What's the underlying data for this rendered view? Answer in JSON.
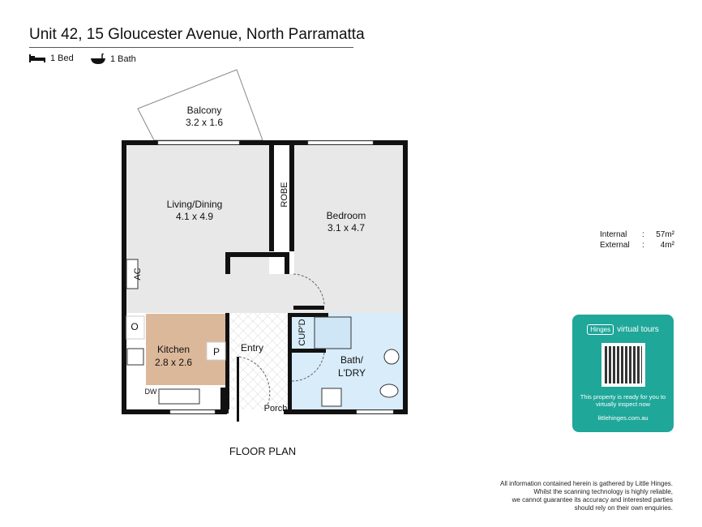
{
  "header": {
    "title": "Unit 42, 15 Gloucester Avenue, North Parramatta",
    "beds": "1 Bed",
    "baths": "1 Bath"
  },
  "rooms": {
    "balcony": {
      "name": "Balcony",
      "size": "3.2 x 1.6"
    },
    "living": {
      "name": "Living/Dining",
      "size": "4.1 x 4.9"
    },
    "robe": "ROBE",
    "bedroom": {
      "name": "Bedroom",
      "size": "3.1 x 4.7"
    },
    "ac": "AC",
    "oven": "O",
    "pantry": "P",
    "kitchen": {
      "name": "Kitchen",
      "size": "2.8 x 2.6"
    },
    "dw": "DW",
    "entry": "Entry",
    "cupd": "CUP'D",
    "bath": {
      "line1": "Bath/",
      "line2": "L'DRY"
    },
    "porch": "Porch"
  },
  "plan_label": "FLOOR PLAN",
  "areas": [
    {
      "label": "Internal",
      "sep": ":",
      "value": "57m²"
    },
    {
      "label": "External",
      "sep": ":",
      "value": "4m²"
    }
  ],
  "promo": {
    "brand": "Hinges",
    "brand_tag": "virtual tours",
    "message": "This property is ready for you to virtually inspect now",
    "url": "littlehinges.com.au"
  },
  "disclaimer": [
    "All information contained herein is gathered by Little Hinges.",
    "Whilst the scanning technology is highly reliable,",
    "we cannot guarantee its accuracy and interested parties",
    "should rely on their own enquiries."
  ],
  "colors": {
    "wall": "#111111",
    "floor": "#e8e8e8",
    "kitchen": "#dcb89a",
    "bath": "#d8ecf9",
    "promo": "#1fa79a"
  }
}
